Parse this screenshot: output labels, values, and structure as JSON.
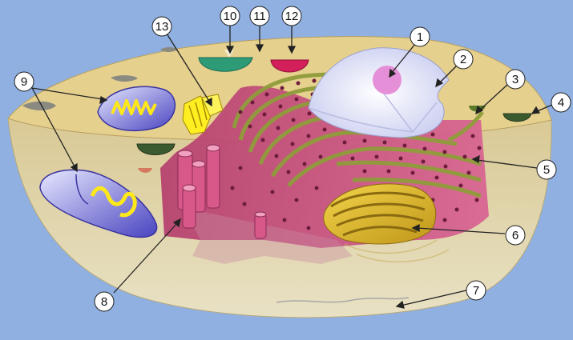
{
  "colors": {
    "background": "#8fb0e0",
    "cytoplasm_top": "#e6d08e",
    "cytoplasm_side": "#d6c691",
    "rough_er": "#c44d7a",
    "er_outline": "#8c9a3c",
    "nucleus": "#e4e6f7",
    "nucleolus": "#e58fd8",
    "golgi": "#d9b228",
    "mitochondria": "#5b54c4",
    "mito_cristae": "#ffe81a",
    "centrioles": "#ffee22",
    "lysosome": "#d4205a",
    "vesicle": "#2e9b77",
    "cytoskeleton": "#a8a8a8"
  },
  "markers": [
    {
      "label": "1"
    },
    {
      "label": "2"
    },
    {
      "label": "3"
    },
    {
      "label": "4"
    },
    {
      "label": "5"
    },
    {
      "label": "6"
    },
    {
      "label": "7"
    },
    {
      "label": "8"
    },
    {
      "label": "9"
    },
    {
      "label": "10"
    },
    {
      "label": "11"
    },
    {
      "label": "12"
    },
    {
      "label": "13"
    }
  ]
}
